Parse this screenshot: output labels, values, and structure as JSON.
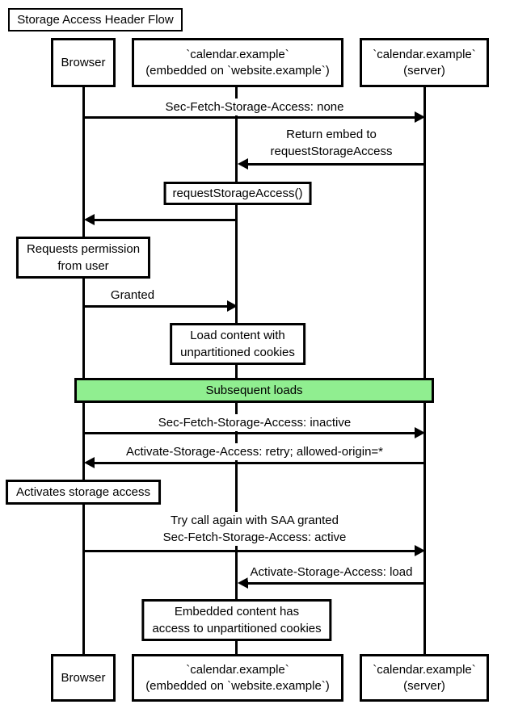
{
  "title": "Storage Access Header Flow",
  "colors": {
    "line": "#000000",
    "label_background": "#ffffff",
    "section_background": "#90ee90",
    "page_background": "#ffffff"
  },
  "participants": [
    {
      "id": "browser",
      "lines": [
        "Browser"
      ]
    },
    {
      "id": "embedded",
      "lines": [
        "`calendar.example`",
        "(embedded on `website.example`)"
      ]
    },
    {
      "id": "server",
      "lines": [
        "`calendar.example`",
        "(server)"
      ]
    }
  ],
  "messages": [
    {
      "from": "browser",
      "to": "server",
      "lines": [
        "Sec-Fetch-Storage-Access: none"
      ]
    },
    {
      "from": "server",
      "to": "embedded",
      "lines": [
        "Return embed to",
        "requestStorageAccess"
      ]
    },
    {
      "from": "embedded",
      "to": "browser",
      "boxed": true,
      "lines": [
        "requestStorageAccess()"
      ]
    },
    {
      "from": "browser",
      "to": "embedded",
      "lines": [
        "Granted"
      ]
    },
    {
      "from": "browser",
      "to": "server",
      "lines": [
        "Sec-Fetch-Storage-Access: inactive"
      ]
    },
    {
      "from": "server",
      "to": "browser",
      "lines": [
        "Activate-Storage-Access: retry; allowed-origin=*"
      ]
    },
    {
      "from": "browser",
      "to": "server",
      "lines": [
        "Try call again with SAA granted",
        "Sec-Fetch-Storage-Access: active"
      ]
    },
    {
      "from": "server",
      "to": "embedded",
      "lines": [
        "Activate-Storage-Access: load"
      ]
    }
  ],
  "notes": [
    {
      "over": "browser",
      "lines": [
        "Requests permission",
        "from user"
      ]
    },
    {
      "over": "embedded",
      "lines": [
        "Load content with",
        "unpartitioned cookies"
      ]
    },
    {
      "over": "browser",
      "lines": [
        "Activates storage access"
      ]
    },
    {
      "over": "embedded",
      "lines": [
        "Embedded content has",
        "access to unpartitioned cookies"
      ]
    }
  ],
  "section": {
    "label": "Subsequent loads"
  }
}
